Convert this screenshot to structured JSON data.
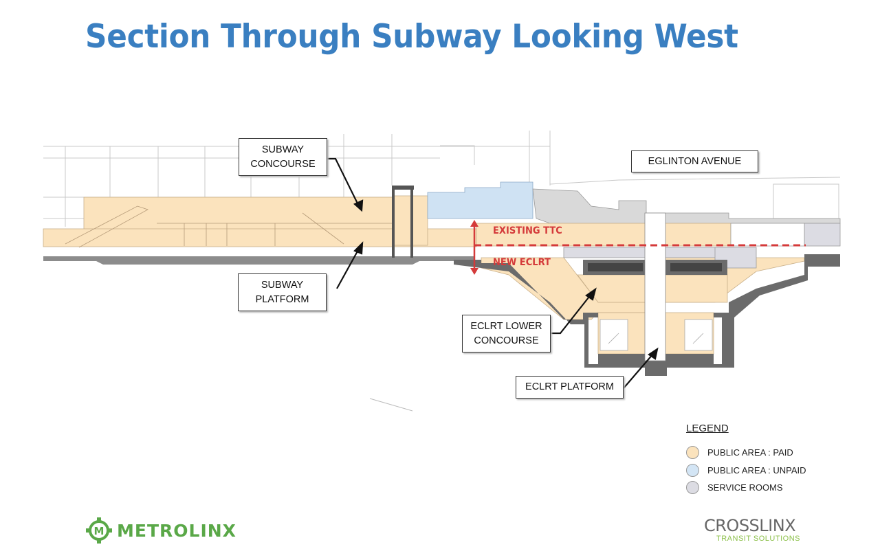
{
  "title": "Section Through Subway Looking West",
  "callouts": {
    "subway_concourse": "SUBWAY CONCOURSE",
    "subway_platform": "SUBWAY PLATFORM",
    "eglinton_avenue": "EGLINTON AVENUE",
    "eclrt_lower_concourse": "ECLRT LOWER CONCOURSE",
    "eclrt_platform": "ECLRT PLATFORM"
  },
  "level_labels": {
    "existing": "EXISTING TTC",
    "new": "NEW ECLRT"
  },
  "legend": {
    "title": "LEGEND",
    "items": [
      {
        "label": "PUBLIC AREA : PAID",
        "color": "#fbe3bd"
      },
      {
        "label": "PUBLIC AREA : UNPAID",
        "color": "#d3e5f5"
      },
      {
        "label": "SERVICE ROOMS",
        "color": "#dcdce3"
      }
    ]
  },
  "logos": {
    "metrolinx": "METROLINX",
    "crosslinx": "CROSSLINX",
    "crosslinx_tagline": "TRANSIT SOLUTIONS"
  },
  "colors": {
    "title": "#3a7fc1",
    "paid": "#fbe3bd",
    "unpaid": "#cfe2f3",
    "concrete": "#6b6b6b",
    "divider": "#d43a3a"
  }
}
